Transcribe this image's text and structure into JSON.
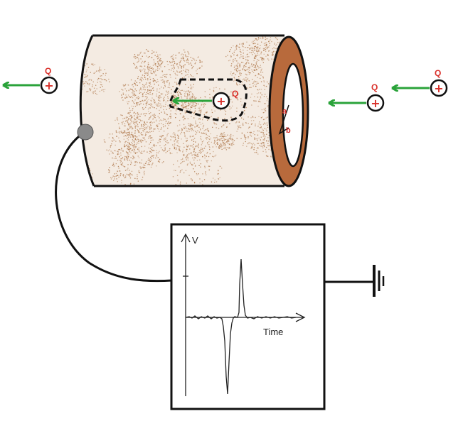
{
  "charge_label": "Q",
  "charge_sign": "+",
  "inner_markers": {
    "a": "a",
    "b": "b"
  },
  "oscilloscope": {
    "y_axis_label": "V",
    "x_axis_label": "Time"
  },
  "colors": {
    "arrow": "#2aa33a",
    "charge_sign": "#d9302a",
    "tube_texture": "#b07a4e",
    "tube_rim": "#b86a3c",
    "sensor": "#8a8a8a"
  },
  "icons": [
    "ground-icon",
    "arrow-left-icon",
    "positive-charge-icon"
  ]
}
